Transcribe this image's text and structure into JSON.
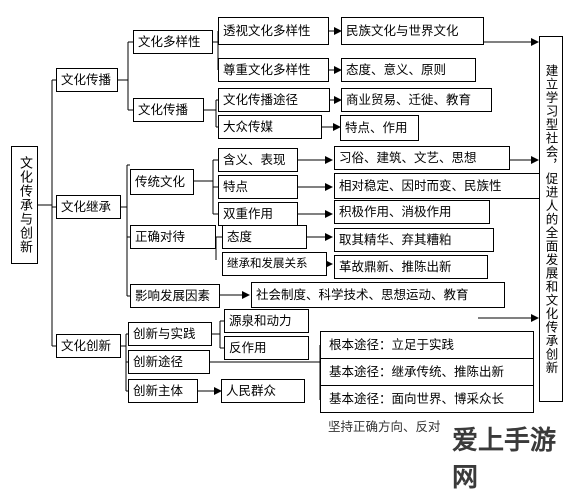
{
  "diagram": {
    "root": "文化传承与创新",
    "goal": "建立学习型社会，促进人的全面发展和文化传承创新",
    "level1": {
      "spread": "文化传播",
      "inherit": "文化继承",
      "innovate": "文化创新"
    },
    "spread_branch": {
      "diversity": "文化多样性",
      "spread": "文化传播",
      "see_diversity": "透视文化多样性",
      "nation_world": "民族文化与世界文化",
      "respect_diversity": "尊重文化多样性",
      "attitude": "态度、意义、原则",
      "channels": "文化传播途径",
      "channels_items": "商业贸易、迁徙、教育",
      "mass_media": "大众传媒",
      "mass_media_items": "特点、作用"
    },
    "inherit_branch": {
      "traditional": "传统文化",
      "meaning": "含义、表现",
      "meaning_items": "习俗、建筑、文艺、思想",
      "features": "特点",
      "features_items": "相对稳定、因时而变、民族性",
      "dual": "双重作用",
      "dual_items": "积极作用、消极作用",
      "correct": "正确对待",
      "attitude": "态度",
      "attitude_items": "取其精华、弃其糟粕",
      "relation": "继承和发展关系",
      "relation_items": "革故鼎新、推陈出新",
      "factors": "影响发展因素",
      "factors_items": "社会制度、科学技术、思想运动、教育"
    },
    "innovate_branch": {
      "practice": "创新与实践",
      "source": "源泉和动力",
      "reaction": "反作用",
      "ways": "创新途径",
      "root_way": "根本途径：立足于实践",
      "basic_way1": "基本途径：继承传统、推陈出新",
      "basic_way2": "基本途径：面向世界、博采众长",
      "subject": "创新主体",
      "people": "人民群众",
      "direction": "坚持正确方向、反对"
    },
    "watermark": "爱上手游网"
  }
}
